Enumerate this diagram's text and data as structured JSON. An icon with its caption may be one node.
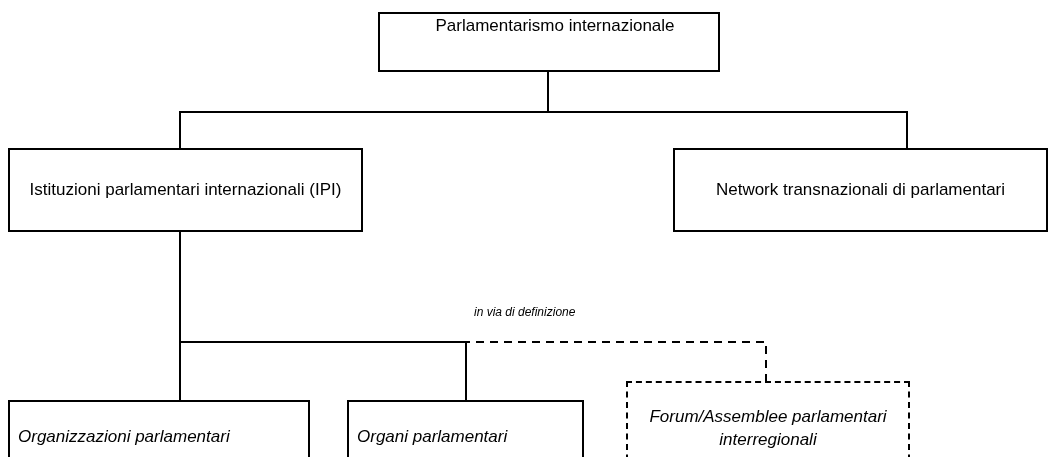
{
  "diagram": {
    "nodes": [
      {
        "text": [
          "Parlamentarismo internazionale"
        ]
      },
      {
        "text": [
          "Istituzioni parlamentari internazionali (IPI)"
        ]
      },
      {
        "text": [
          "Network transnazionali di parlamentari"
        ]
      },
      {
        "text": [
          "Organizzazioni parlamentari"
        ]
      },
      {
        "text": [
          "Organi parlamentari"
        ]
      },
      {
        "text": [
          "Forum/Assemblee parlamentari interregionali"
        ]
      }
    ],
    "edges": [
      {
        "from": 0,
        "to": 1,
        "arrow": "none"
      },
      {
        "from": 0,
        "to": 2,
        "arrow": "none"
      },
      {
        "from": 1,
        "to": 3,
        "arrow": "none"
      },
      {
        "from": 1,
        "to": 4,
        "arrow": "none"
      },
      {
        "from": 1,
        "to": 5,
        "arrow": "none",
        "style": "dashed",
        "label": "in via di definizione"
      }
    ]
  }
}
